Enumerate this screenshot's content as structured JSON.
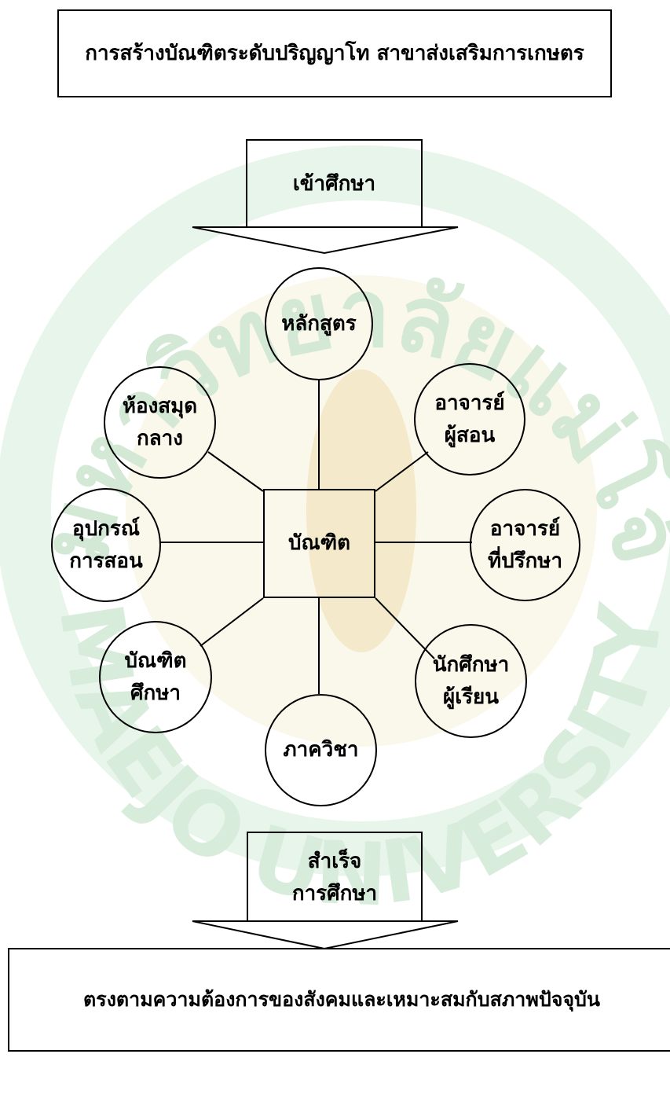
{
  "header": {
    "title": "การสร้างบัณฑิตระดับปริญญาโท สาขาส่งเสริมการเกษตร"
  },
  "entry": {
    "label": "เข้าศึกษา"
  },
  "center": {
    "label": "บัณฑิต"
  },
  "nodes": {
    "curriculum": [
      "หลักสูตร"
    ],
    "library": [
      "ห้องสมุด",
      "กลาง"
    ],
    "teaching_faculty": [
      "อาจารย์",
      "ผู้สอน"
    ],
    "teaching_equipment": [
      "อุปกรณ์",
      "การสอน"
    ],
    "advisor": [
      "อาจารย์",
      "ที่ปรึกษา"
    ],
    "graduate_school": [
      "บัณฑิต",
      "ศึกษา"
    ],
    "students": [
      "นักศึกษา",
      "ผู้เรียน"
    ],
    "department": [
      "ภาควิชา"
    ]
  },
  "exit": {
    "line1": "สำเร็จ",
    "line2": "การศึกษา"
  },
  "footer": {
    "text": "ตรงตามความต้องการของสังคมและเหมาะสมกับสภาพปัจจุบัน"
  },
  "watermark": {
    "text_top": "มหาวิทยาลัยแม่โจ้",
    "text_bottom": "MAEJO UNIVERSITY",
    "color_green": "#cfe7d3",
    "color_gold": "#f3e6c2"
  }
}
